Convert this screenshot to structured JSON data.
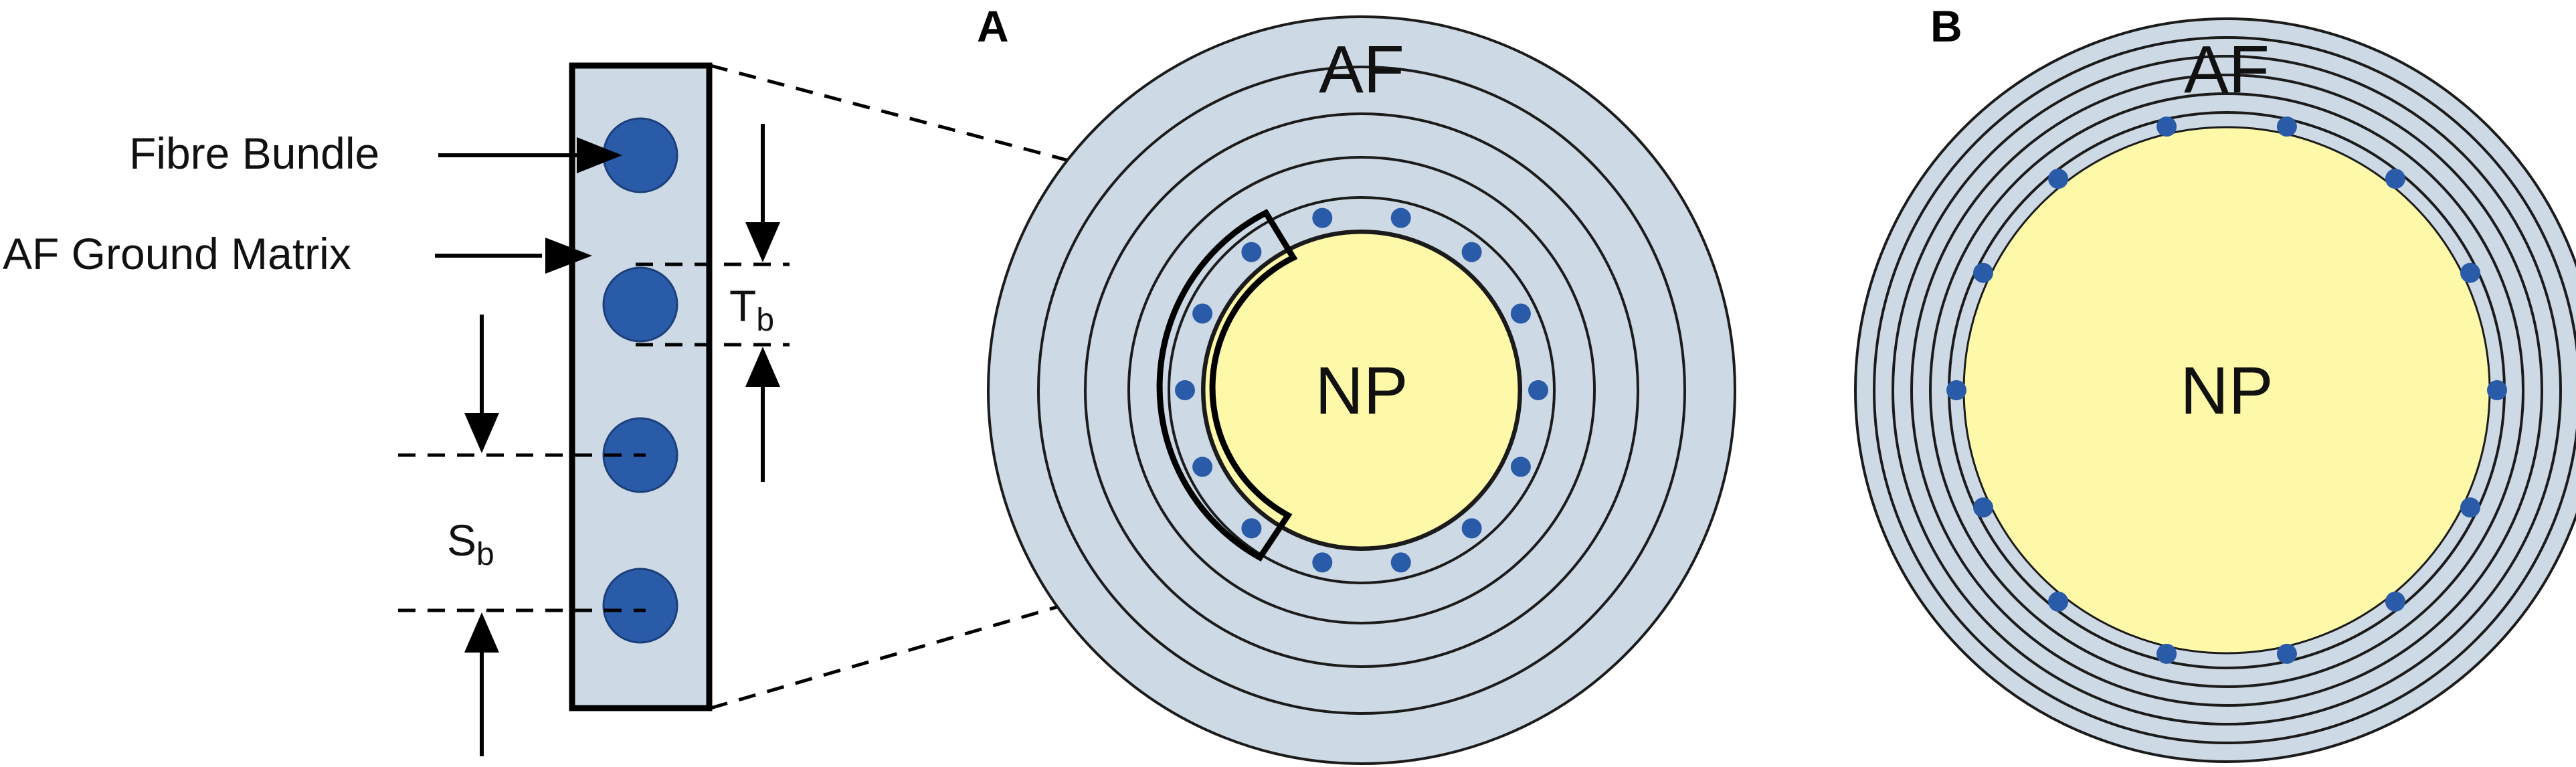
{
  "labels": {
    "fibre_bundle": "Fibre Bundle",
    "ground_matrix": "AF Ground Matrix",
    "tb": "T",
    "tb_sub": "b",
    "sb": "S",
    "sb_sub": "b",
    "panel_a": "A",
    "panel_b": "B",
    "af_a": "AF",
    "np_a": "NP",
    "af_b": "AF",
    "np_b": "NP"
  },
  "colors": {
    "annulus": "#cdd9e5",
    "nucleus": "#fdf9a8",
    "fibre_bundle": "#2a5ba8",
    "outline": "#000000"
  }
}
